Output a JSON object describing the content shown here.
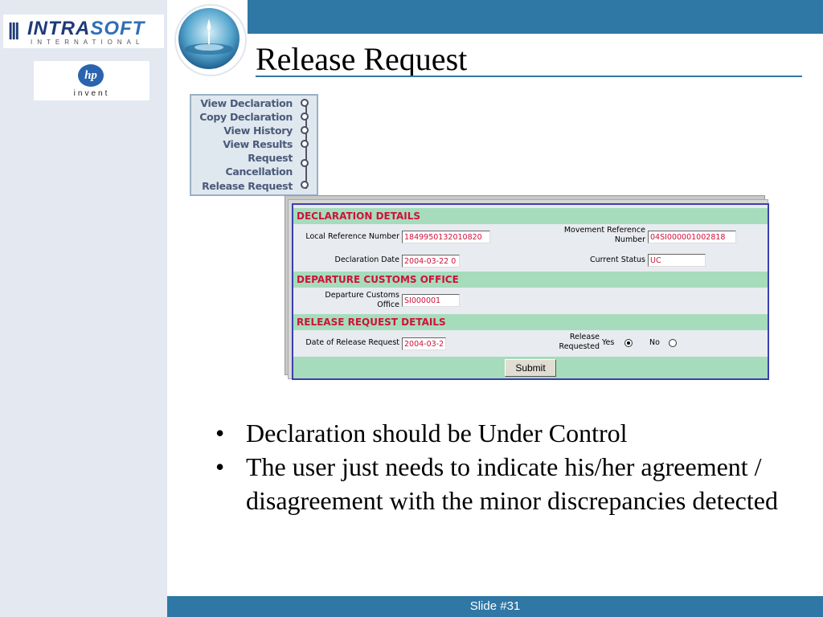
{
  "slide": {
    "title": "Release Request",
    "slide_number": "Slide #31"
  },
  "logos": {
    "intrasoft_name_a": "INTRA",
    "intrasoft_name_b": "SOFT",
    "intrasoft_sub": "INTERNATIONAL",
    "hp_mark": "hp",
    "hp_tagline": "invent"
  },
  "menu": {
    "items": [
      "View Declaration",
      "Copy Declaration",
      "View History",
      "View Results",
      "Request",
      "Cancellation",
      "Release Request"
    ]
  },
  "form": {
    "sections": {
      "declaration_details": "DECLARATION DETAILS",
      "departure_office": "DEPARTURE CUSTOMS OFFICE",
      "release_request_details": "RELEASE REQUEST DETAILS"
    },
    "local_reference_number": {
      "label": "Local Reference Number",
      "value": "1849950132010820"
    },
    "movement_reference_number": {
      "label_line1": "Movement Reference",
      "label_line2": "Number",
      "value": "04SI000001002818"
    },
    "declaration_date": {
      "label": "Declaration Date",
      "value": "2004-03-22 0"
    },
    "current_status": {
      "label": "Current Status",
      "value": "UC"
    },
    "departure_customs_office": {
      "label_line1": "Departure Customs",
      "label_line2": "Office",
      "value": "SI000001"
    },
    "date_of_release_request": {
      "label": "Date of Release Request",
      "value": "2004-03-2"
    },
    "release_requested": {
      "label_line1": "Release",
      "label_line2": "Requested",
      "yes_label": "Yes",
      "no_label": "No",
      "selected": "Yes"
    },
    "submit_label": "Submit"
  },
  "bullets": [
    "Declaration should be Under Control",
    "The user just needs to indicate his/her agreement / disagreement with the minor discrepancies detected"
  ],
  "colors": {
    "theme_blue": "#2f77a4",
    "sidebar_bg": "#e3e8f1",
    "section_green": "#a6dcbc",
    "section_text_red": "#d0103a",
    "form_border_blue": "#3a3fae"
  }
}
